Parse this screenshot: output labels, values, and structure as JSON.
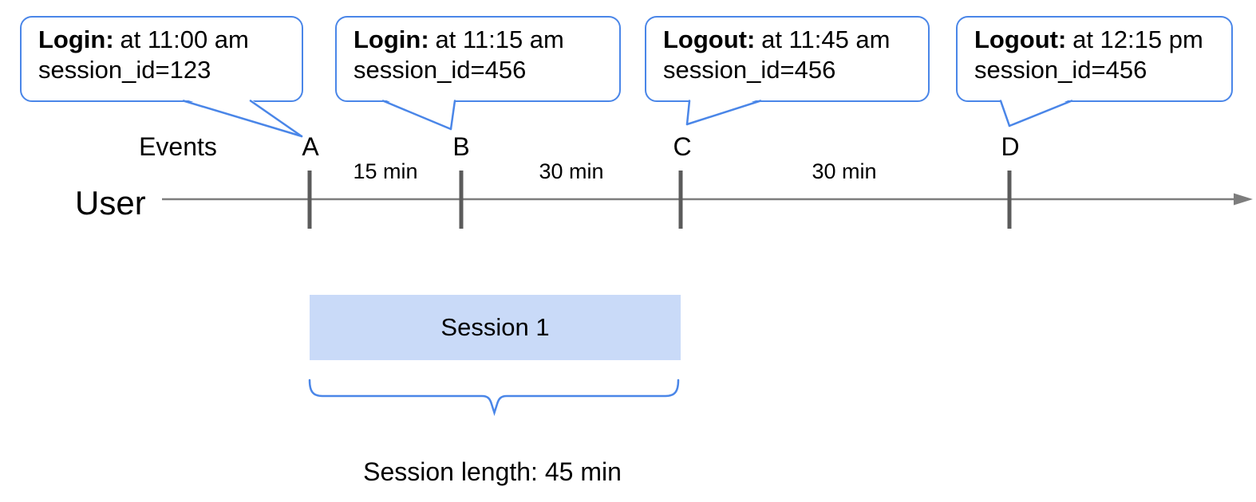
{
  "callouts": [
    {
      "marker": "A",
      "label": "Login:",
      "time": "at 11:00 am",
      "session": "session_id=123"
    },
    {
      "marker": "B",
      "label": "Login:",
      "time": "at 11:15 am",
      "session": "session_id=456"
    },
    {
      "marker": "C",
      "label": "Logout:",
      "time": "at 11:45 am",
      "session": "session_id=456"
    },
    {
      "marker": "D",
      "label": "Logout:",
      "time": "at 12:15 pm",
      "session": "session_id=456"
    }
  ],
  "timeline": {
    "events_label": "Events",
    "user_label": "User",
    "markers": [
      "A",
      "B",
      "C",
      "D"
    ],
    "intervals": [
      "15 min",
      "30 min",
      "30 min"
    ]
  },
  "session": {
    "box_label": "Session 1",
    "length_label": "Session length: 45 min"
  },
  "colors": {
    "accent_blue": "#4a86e8",
    "session_fill": "#c9daf8",
    "line_gray": "#7d7d7d",
    "tick_gray": "#5b5b5b"
  }
}
